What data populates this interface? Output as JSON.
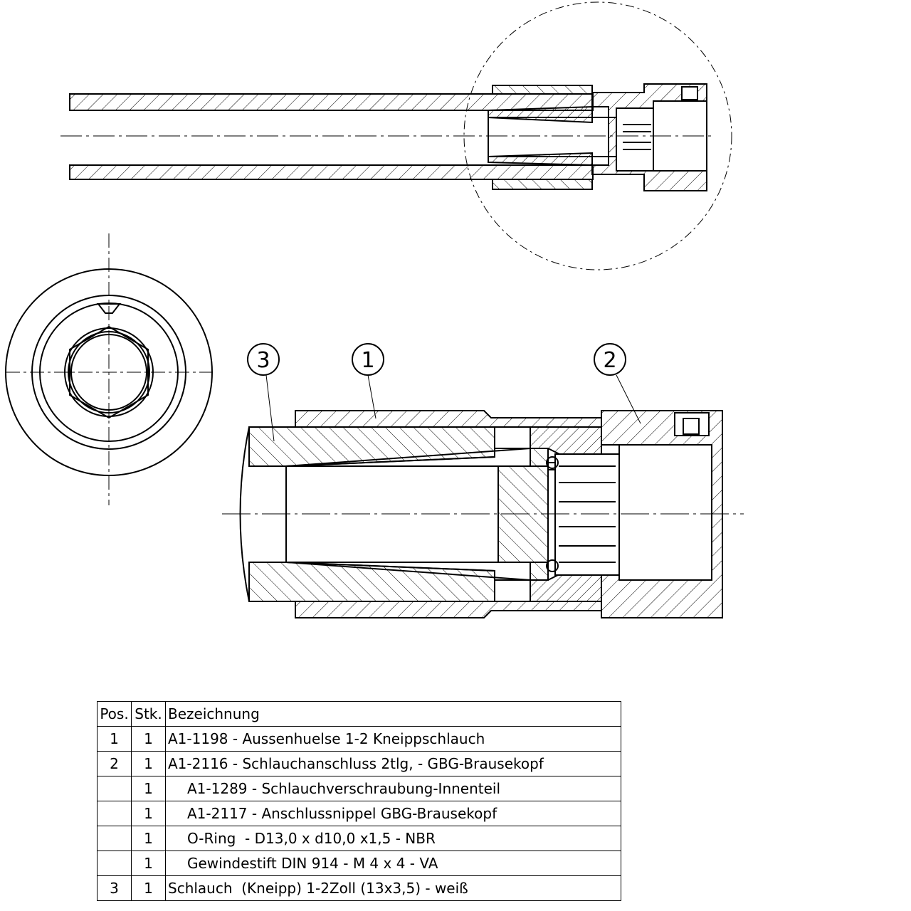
{
  "balloons": {
    "hose": "3",
    "sleeve": "1",
    "fitting": "2"
  },
  "bom": {
    "headers": {
      "pos": "Pos.",
      "qty": "Stk.",
      "desc": "Bezeichnung"
    },
    "rows": [
      {
        "pos": "1",
        "qty": "1",
        "desc": "A1-1198 - Aussenhuelse 1-2 Kneippschlauch"
      },
      {
        "pos": "2",
        "qty": "1",
        "desc": "A1-2116 - Schlauchanschluss 2tlg, - GBG-Brausekopf"
      },
      {
        "pos": "",
        "qty": "1",
        "desc": "A1-1289 - Schlauchverschraubung-Innenteil"
      },
      {
        "pos": "",
        "qty": "1",
        "desc": "A1-2117 - Anschlussnippel GBG-Brausekopf"
      },
      {
        "pos": "",
        "qty": "1",
        "desc": "O-Ring  - D13,0 x d10,0 x1,5 - NBR"
      },
      {
        "pos": "",
        "qty": "1",
        "desc": "Gewindestift DIN 914 - M 4 x 4 - VA"
      },
      {
        "pos": "3",
        "qty": "1",
        "desc": "Schlauch  (Kneipp) 1-2Zoll (13x3,5) - weiß"
      }
    ]
  }
}
